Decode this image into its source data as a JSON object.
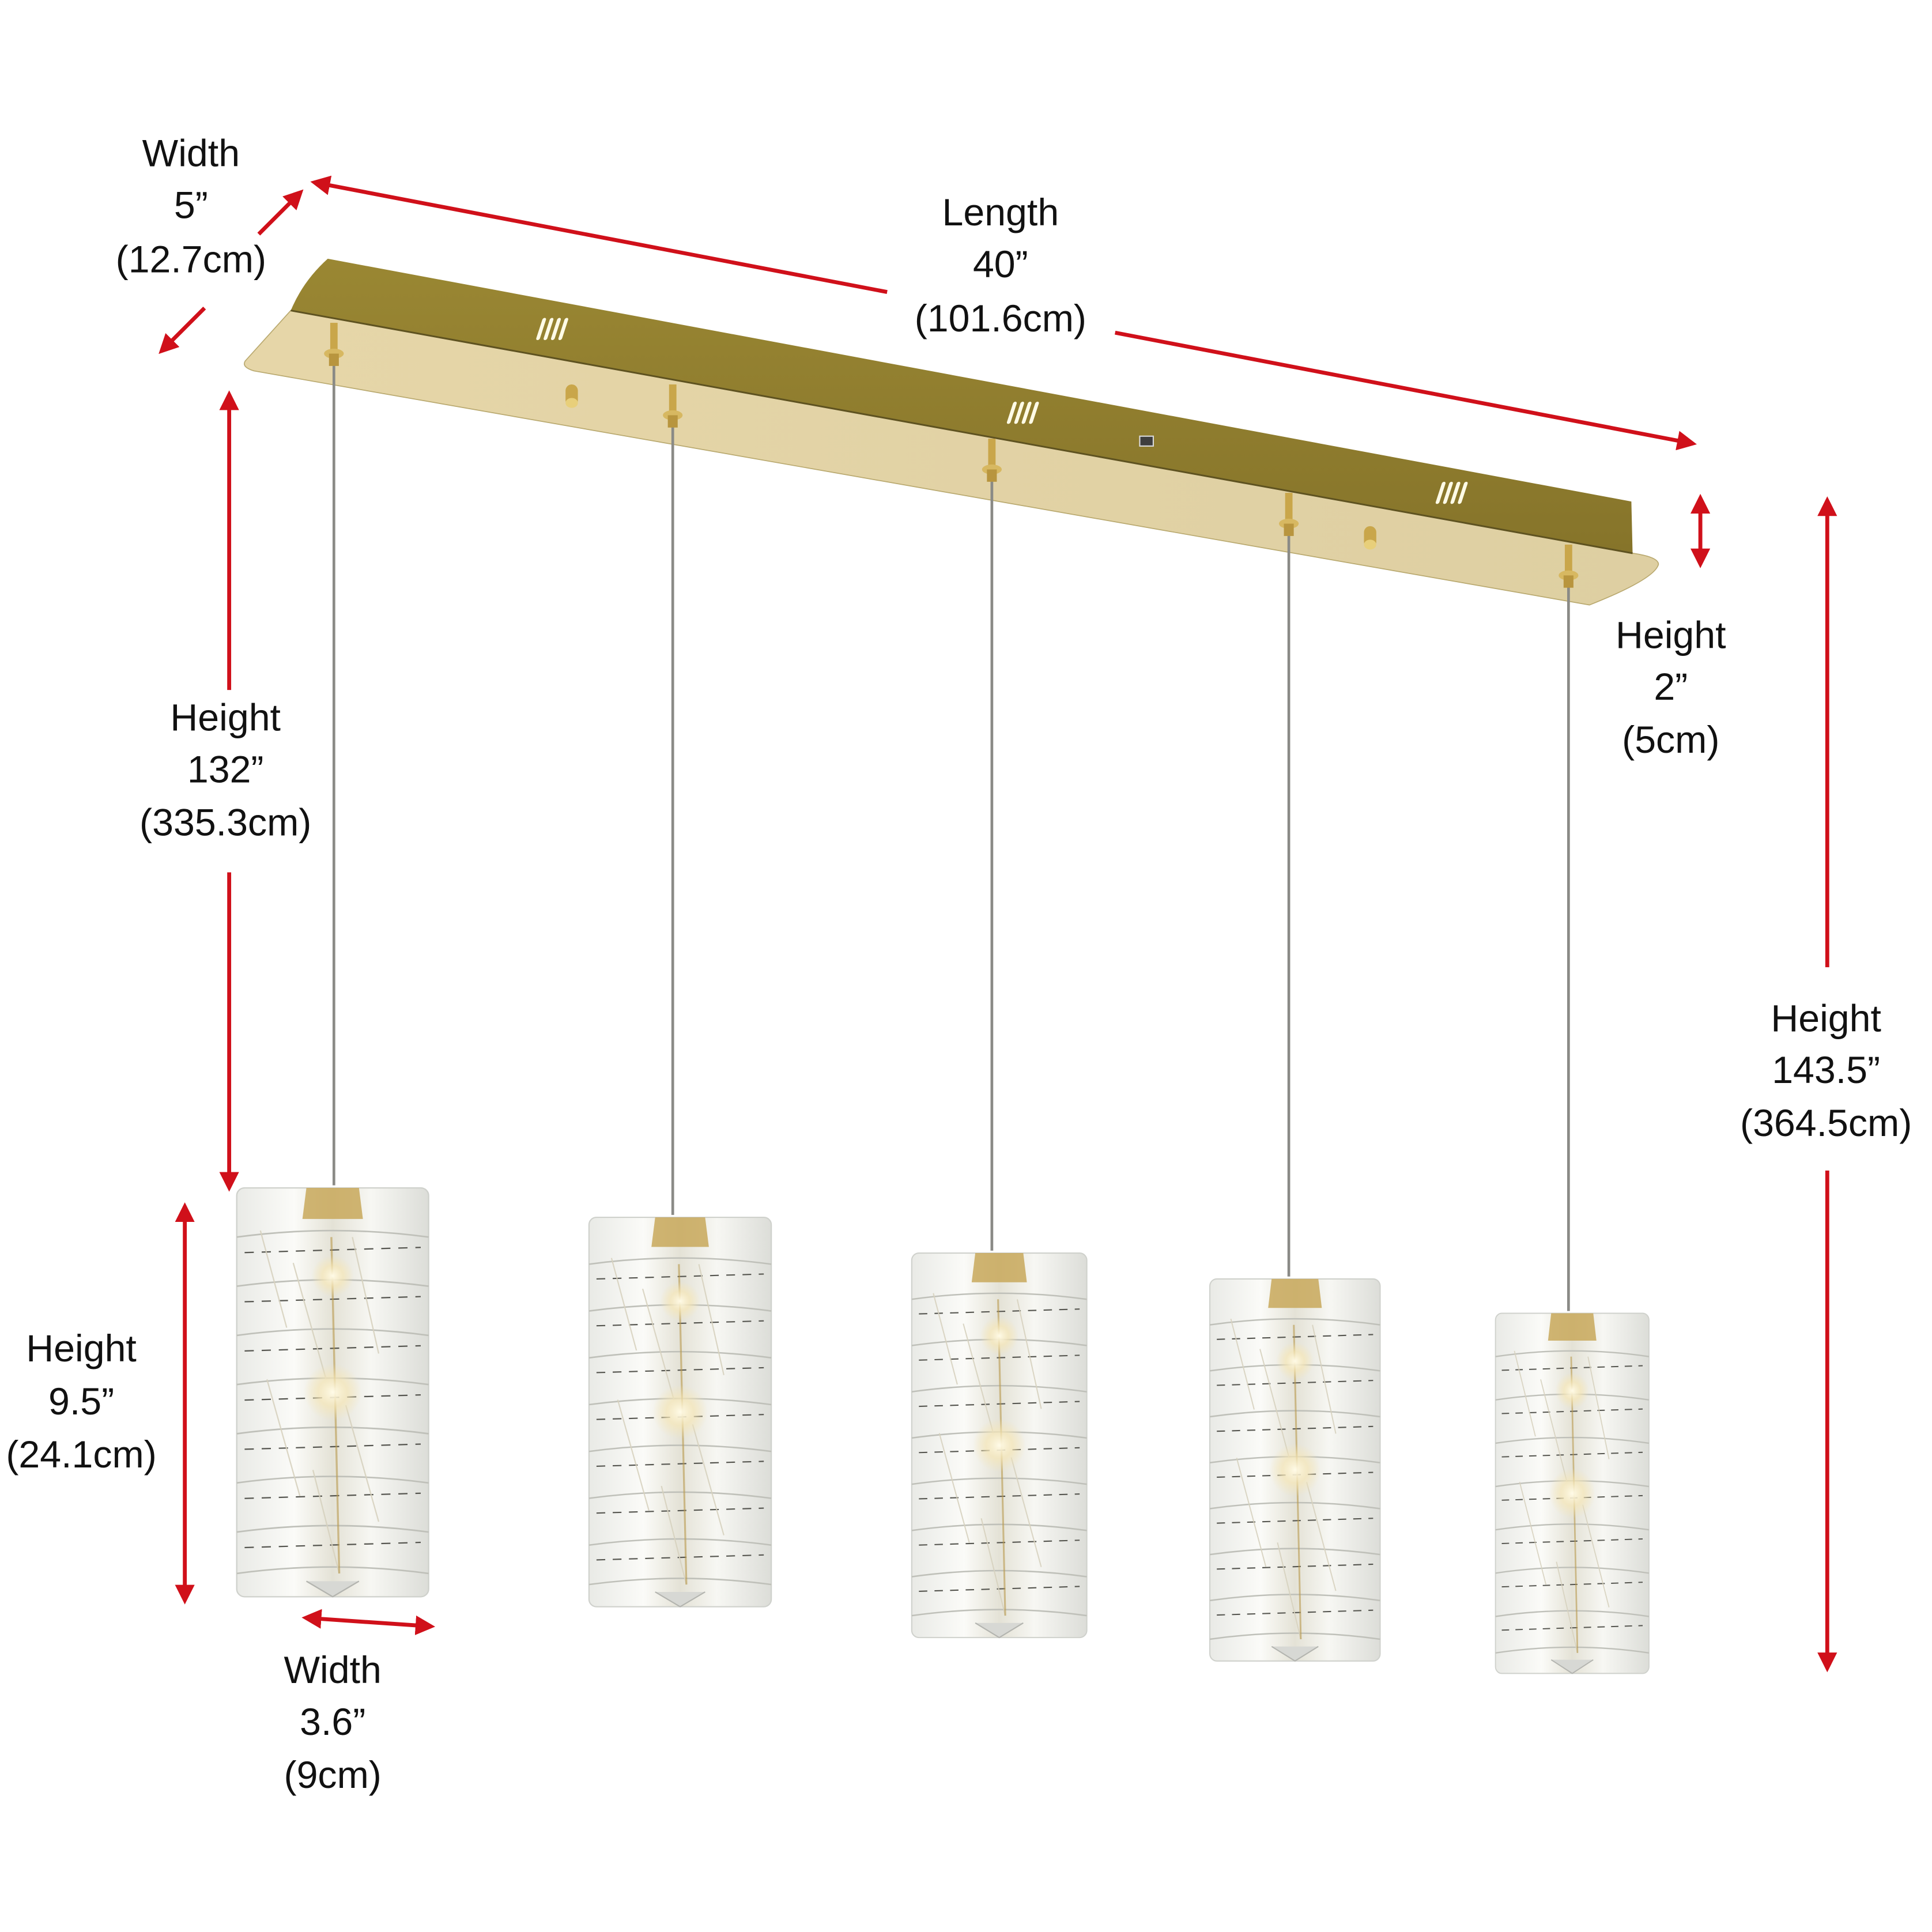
{
  "product": {
    "type": "5-light linear crystal pendant chandelier",
    "finish_colors": {
      "canopy_side": "#8f7d2c",
      "canopy_underside": "#e2d3a6",
      "fitting_brass": "#c9a64a",
      "dimension_arrow": "#d0101a",
      "text": "#111111",
      "background": "#ffffff"
    },
    "pendant_count": 5,
    "canopy_vent_count": 3
  },
  "dimensions": {
    "canopy_width": {
      "label": "Width",
      "imperial": "5”",
      "metric": "(12.7cm)"
    },
    "canopy_length": {
      "label": "Length",
      "imperial": "40”",
      "metric": "(101.6cm)"
    },
    "canopy_height": {
      "label": "Height",
      "imperial": "2”",
      "metric": "(5cm)"
    },
    "drop_height": {
      "label": "Height",
      "imperial": "132”",
      "metric": "(335.3cm)"
    },
    "overall_height": {
      "label": "Height",
      "imperial": "143.5”",
      "metric": "(364.5cm)"
    },
    "shade_height": {
      "label": "Height",
      "imperial": "9.5”",
      "metric": "(24.1cm)"
    },
    "shade_width": {
      "label": "Width",
      "imperial": "3.6”",
      "metric": "(9cm)"
    }
  }
}
